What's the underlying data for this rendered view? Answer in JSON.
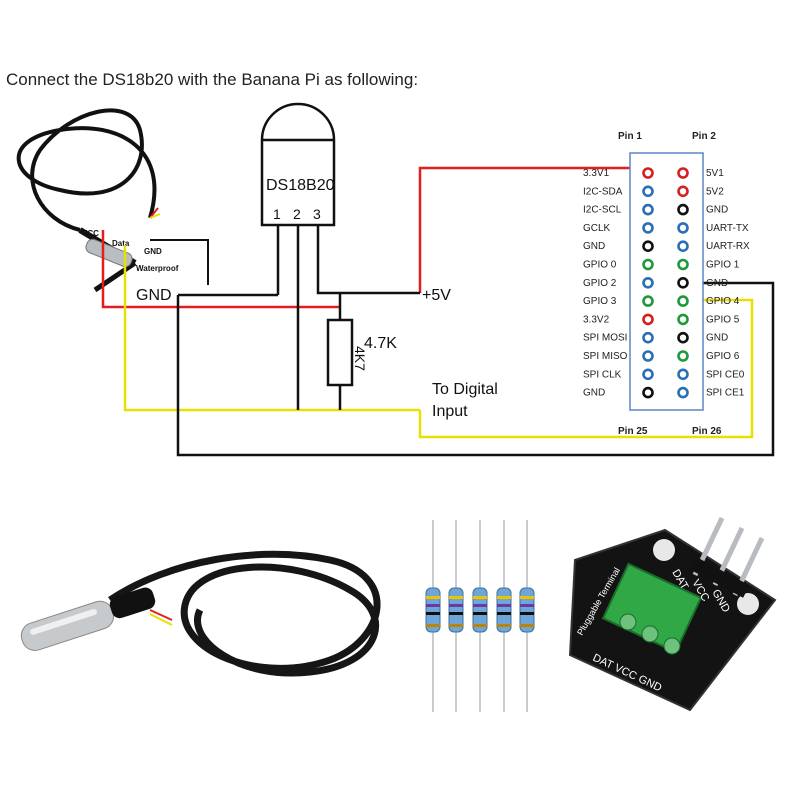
{
  "caption": "Connect the DS18b20 with the Banana Pi as following:",
  "sensor": {
    "name": "DS18B20",
    "pins": [
      "1",
      "2",
      "3"
    ]
  },
  "probe_labels": {
    "vcc": "VCC",
    "data": "Data",
    "gnd": "GND",
    "waterproof": "Waterproof"
  },
  "labels": {
    "gnd": "GND",
    "plus5v": "+5V",
    "resistor_value": "4.7K",
    "resistor_marking": "4K7",
    "digital_input_line1": "To Digital",
    "digital_input_line2": "Input"
  },
  "header": {
    "pin1": "Pin 1",
    "pin2": "Pin 2",
    "pin25": "Pin 25",
    "pin26": "Pin 26",
    "left": [
      "3.3V1",
      "I2C-SDA",
      "I2C-SCL",
      "GCLK",
      "GND",
      "GPIO 0",
      "GPIO 2",
      "GPIO 3",
      "3.3V2",
      "SPI MOSI",
      "SPI MISO",
      "SPI CLK",
      "GND"
    ],
    "right": [
      "5V1",
      "5V2",
      "GND",
      "UART-TX",
      "UART-RX",
      "GPIO 1",
      "GND",
      "GPIO 4",
      "GPIO 5",
      "GND",
      "GPIO 6",
      "SPI CE0",
      "SPI CE1"
    ],
    "left_colors": [
      "#d32020",
      "#2a6fb5",
      "#2a6fb5",
      "#2a6fb5",
      "#111111",
      "#1f9a3a",
      "#2a6fb5",
      "#1f9a3a",
      "#d32020",
      "#2a6fb5",
      "#2a6fb5",
      "#2a6fb5",
      "#111111"
    ],
    "right_colors": [
      "#d32020",
      "#d32020",
      "#111111",
      "#2a6fb5",
      "#2a6fb5",
      "#1f9a3a",
      "#111111",
      "#1f9a3a",
      "#1f9a3a",
      "#111111",
      "#1f9a3a",
      "#2a6fb5",
      "#2a6fb5"
    ]
  },
  "board": {
    "top_labels": [
      "DAT",
      "VCC",
      "GND"
    ],
    "bottom_labels": "DAT VCC GND",
    "side_text": "Pluggable Terminal"
  },
  "colors": {
    "red_wire": "#e02020",
    "yellow_wire": "#e8e000",
    "black_wire": "#111111",
    "header_outline": "#5a86c7"
  }
}
